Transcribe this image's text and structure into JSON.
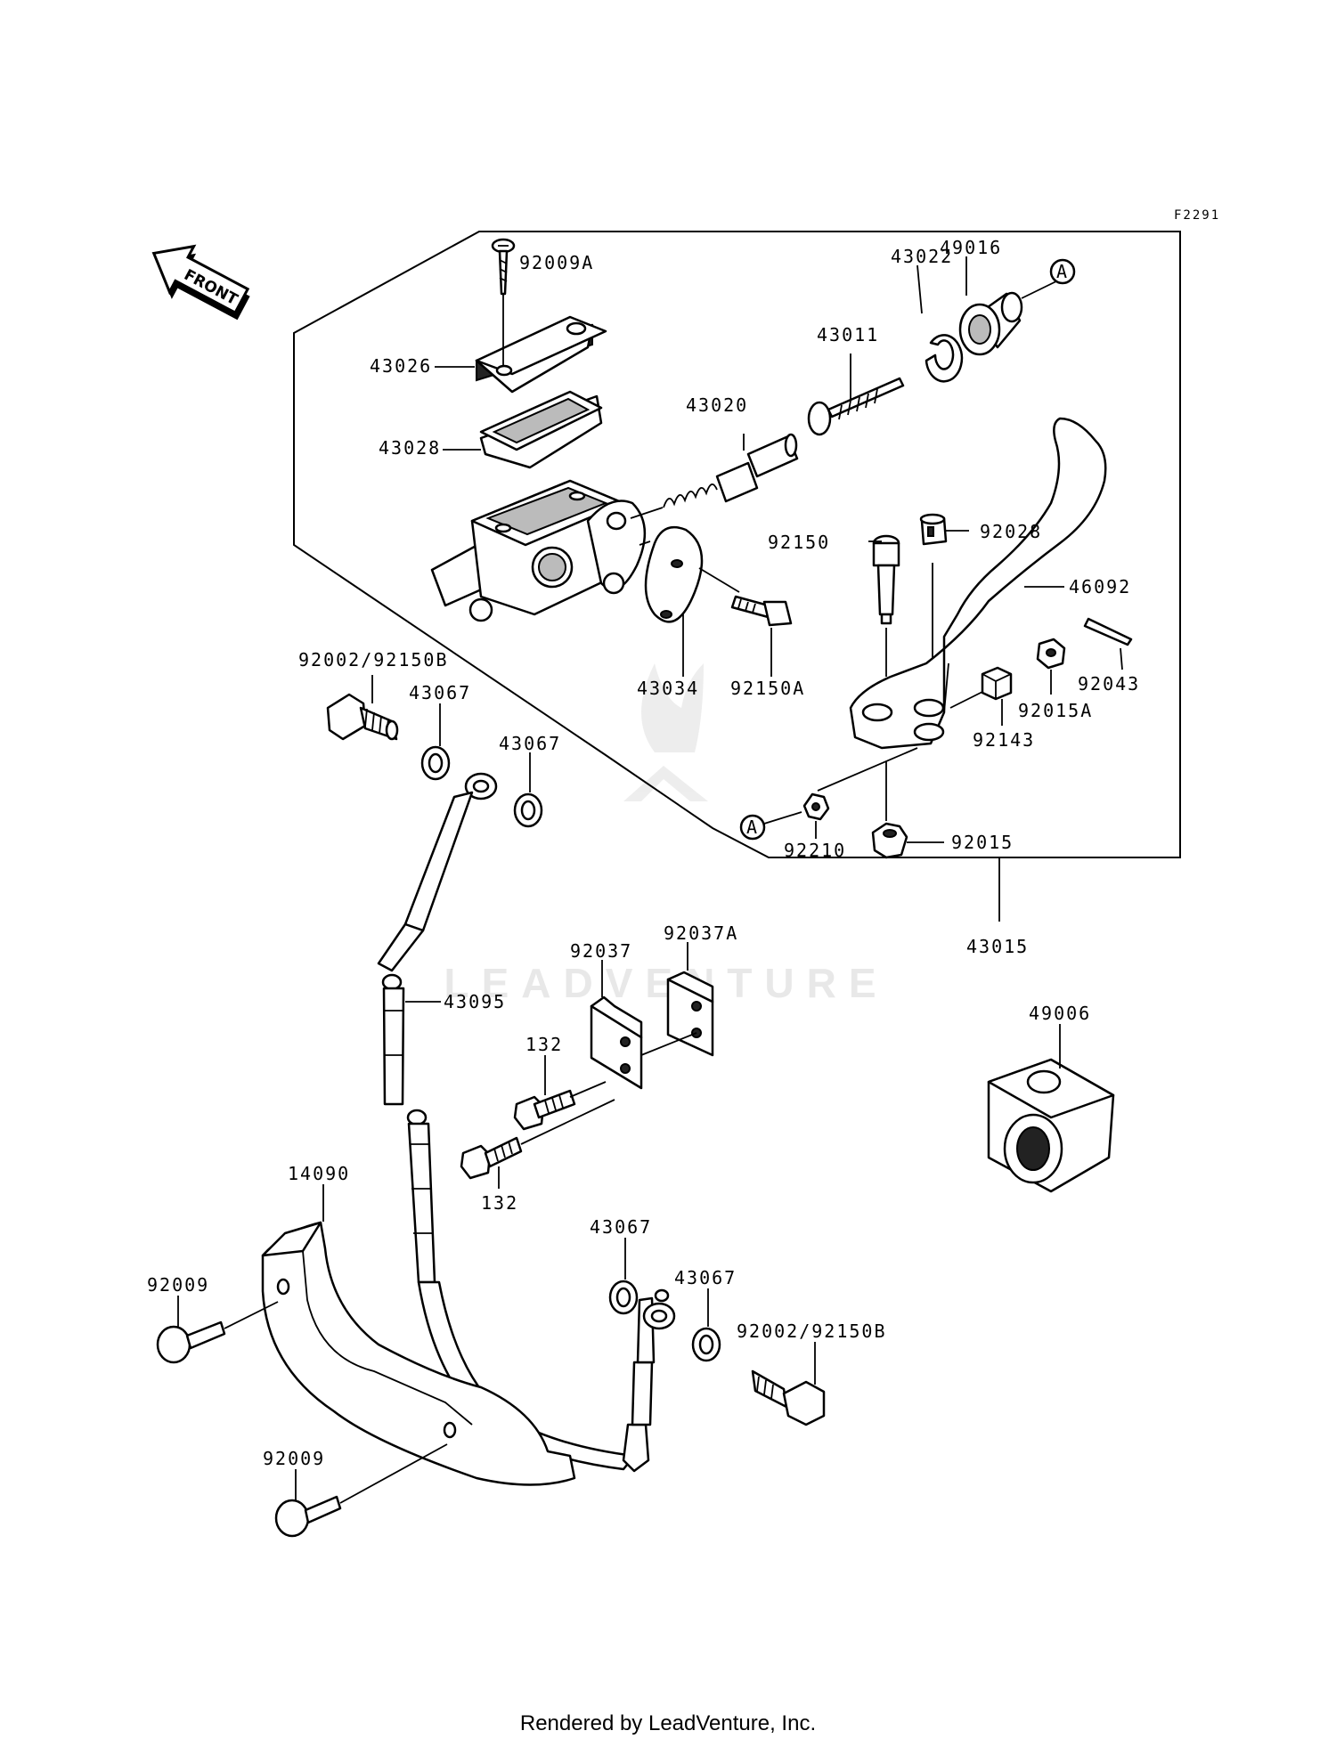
{
  "diagram_code": "F2291",
  "front_label": "FRONT",
  "credit": "Rendered by LeadVenture, Inc.",
  "watermark": "LEADVENTURE",
  "callout_letter": "A",
  "labels": {
    "l92009A": "92009A",
    "l49016": "49016",
    "l43022": "43022",
    "l43026": "43026",
    "l43011": "43011",
    "l43028": "43028",
    "l43020": "43020",
    "l92150": "92150",
    "l92028": "92028",
    "l46092": "46092",
    "l92002a": "92002/92150B",
    "l43067a": "43067",
    "l43034": "43034",
    "l92150A": "92150A",
    "l92043": "92043",
    "l92015A": "92015A",
    "l92143": "92143",
    "l43067b": "43067",
    "l92015": "92015",
    "l92210": "92210",
    "l43015": "43015",
    "l92037A": "92037A",
    "l92037": "92037",
    "l43095": "43095",
    "l49006": "49006",
    "l132a": "132",
    "l132b": "132",
    "l14090": "14090",
    "l43067c": "43067",
    "l43067d": "43067",
    "l92009a": "92009",
    "l92002b": "92002/92150B",
    "l92009b": "92009"
  }
}
